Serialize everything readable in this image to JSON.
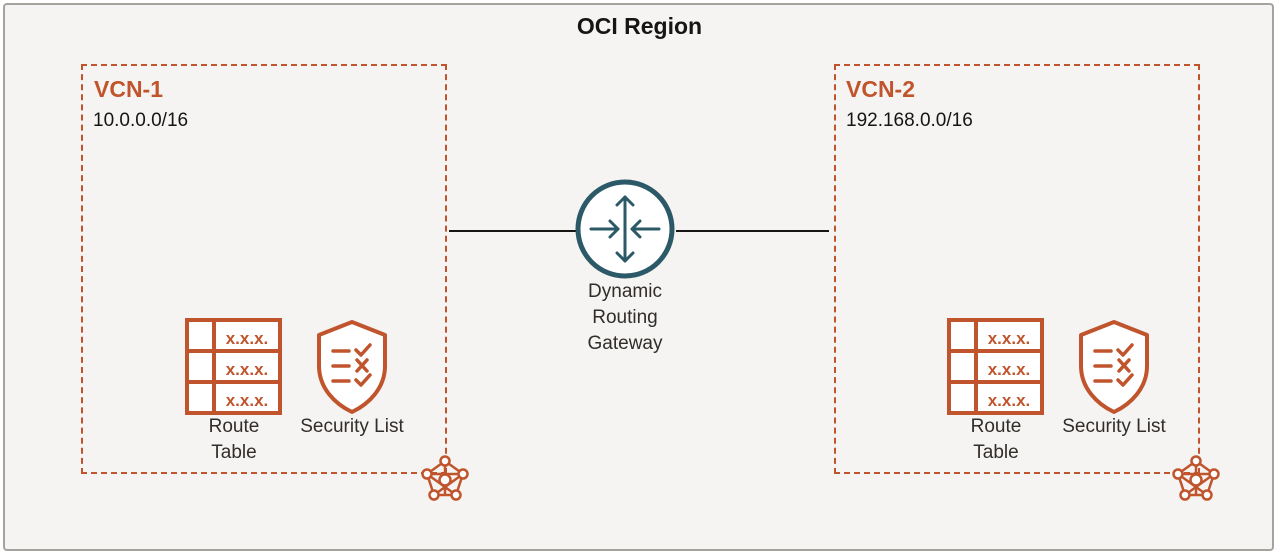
{
  "region": {
    "title": "OCI Region"
  },
  "vcn1": {
    "name": "VCN-1",
    "cidr": "10.0.0.0/16",
    "route_table": {
      "line1": "Route",
      "line2": "Table",
      "rows": [
        "x.x.x.",
        "x.x.x.",
        "x.x.x."
      ]
    },
    "security_list": {
      "label": "Security List"
    }
  },
  "vcn2": {
    "name": "VCN-2",
    "cidr": "192.168.0.0/16",
    "route_table": {
      "line1": "Route",
      "line2": "Table",
      "rows": [
        "x.x.x.",
        "x.x.x.",
        "x.x.x."
      ]
    },
    "security_list": {
      "label": "Security List"
    }
  },
  "drg": {
    "line1": "Dynamic",
    "line2": "Routing",
    "line3": "Gateway"
  },
  "colors": {
    "accent": "#c0552d",
    "drg": "#2c5967",
    "border": "#a6a29d",
    "background": "#f5f4f2"
  }
}
